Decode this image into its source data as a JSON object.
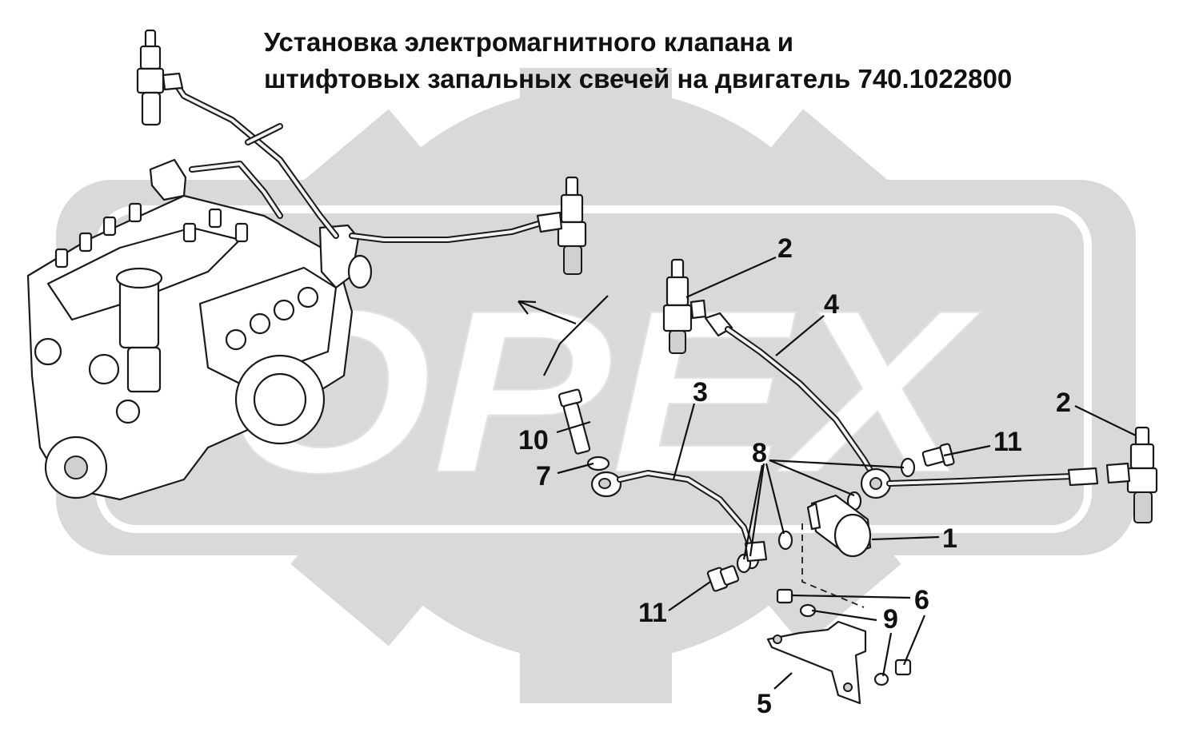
{
  "title": {
    "line1": "Установка электромагнитного клапана и",
    "line2": "штифтовых запальных свечей на двигатель 740.1022800"
  },
  "callouts": [
    {
      "id": "label-1",
      "text": "1"
    },
    {
      "id": "label-2a",
      "text": "2"
    },
    {
      "id": "label-2b",
      "text": "2"
    },
    {
      "id": "label-3",
      "text": "3"
    },
    {
      "id": "label-4",
      "text": "4"
    },
    {
      "id": "label-5",
      "text": "5"
    },
    {
      "id": "label-6",
      "text": "6"
    },
    {
      "id": "label-7",
      "text": "7"
    },
    {
      "id": "label-8",
      "text": "8"
    },
    {
      "id": "label-9",
      "text": "9"
    },
    {
      "id": "label-10",
      "text": "10"
    },
    {
      "id": "label-11a",
      "text": "11"
    },
    {
      "id": "label-11b",
      "text": "11"
    }
  ],
  "watermark": {
    "text": "OPEX",
    "color": "#d9d9d9"
  },
  "colors": {
    "ink": "#111111",
    "background": "#ffffff"
  }
}
